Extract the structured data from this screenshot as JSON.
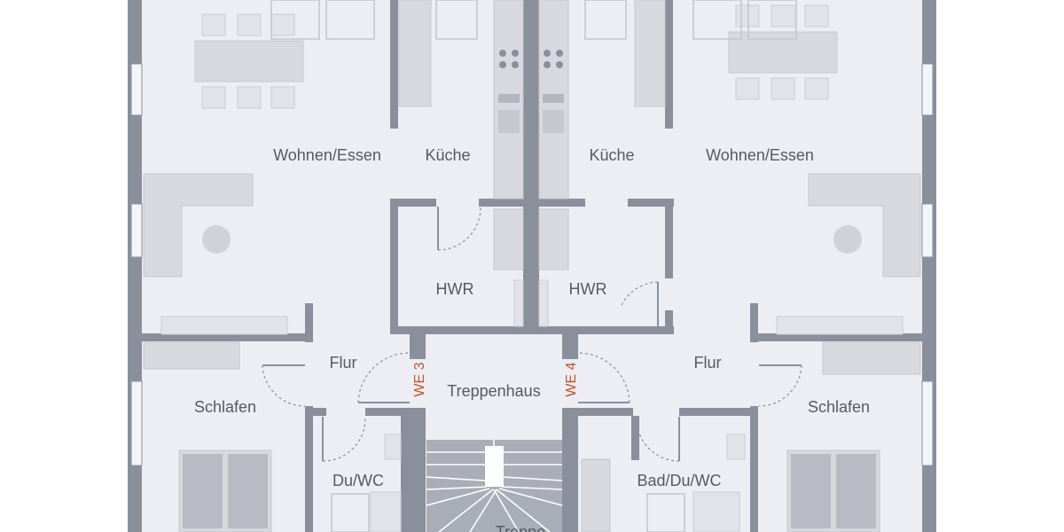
{
  "rooms": {
    "wohnen_essen_left": "Wohnen/Essen",
    "kueche_left": "Küche",
    "kueche_right": "Küche",
    "wohnen_essen_right": "Wohnen/Essen",
    "hwr_left": "HWR",
    "hwr_right": "HWR",
    "flur_left": "Flur",
    "flur_right": "Flur",
    "treppenhaus": "Treppenhaus",
    "schlafen_left": "Schlafen",
    "schlafen_right": "Schlafen",
    "du_wc": "Du/WC",
    "bad_du_wc": "Bad/Du/WC",
    "treppe": "Treppe"
  },
  "units": {
    "we3": "WE 3",
    "we4": "WE 4"
  },
  "colors": {
    "wall": "#8a8f9c",
    "floor": "#eceef3",
    "unit_label": "#c0552b"
  }
}
